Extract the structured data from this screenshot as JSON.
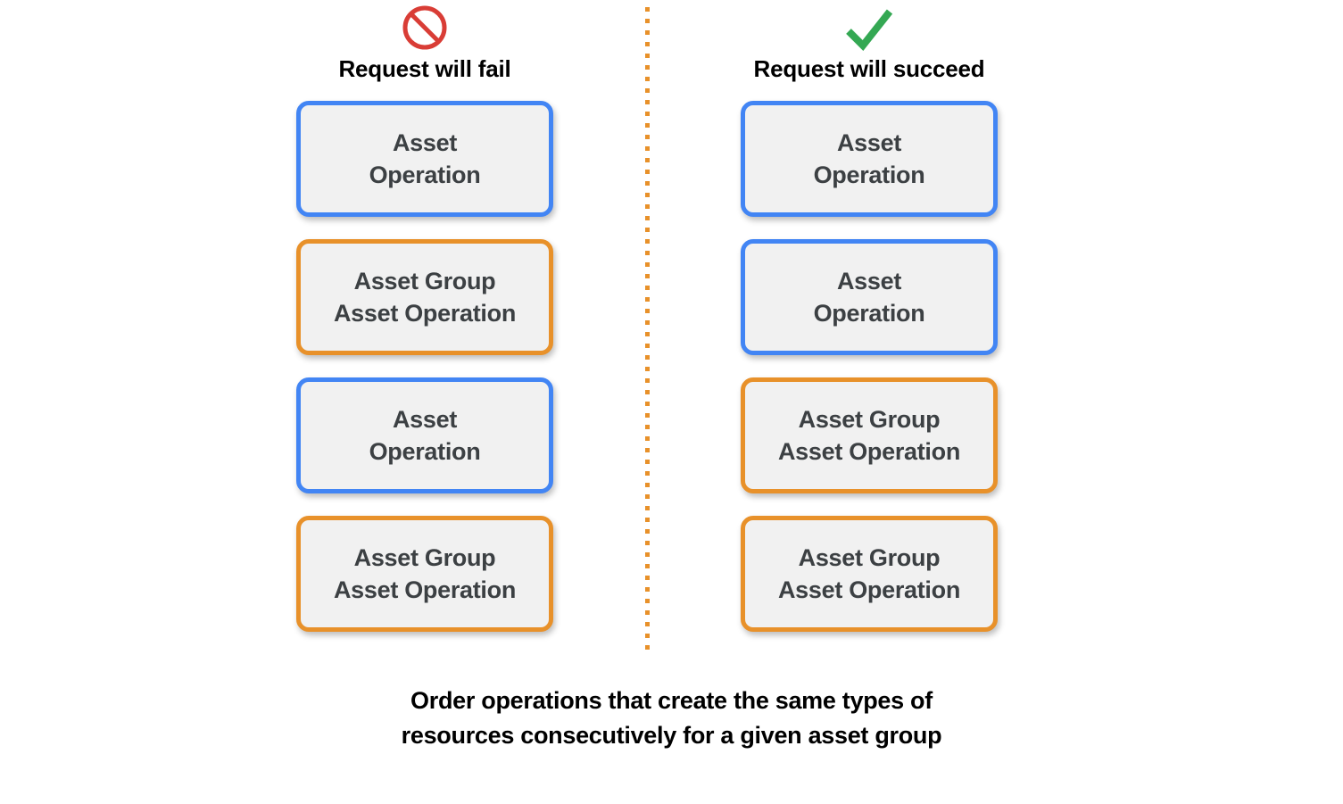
{
  "colors": {
    "asset_border": "#4285F4",
    "asset_group_border": "#E8912A",
    "box_fill": "#F1F1F1",
    "box_text": "#3C4043",
    "fail_icon": "#D93D36",
    "succeed_icon": "#34A853",
    "divider": "#E8912A",
    "background": "#FFFFFF"
  },
  "columns": [
    {
      "id": "fail",
      "icon": "prohibition-icon",
      "label": "Request will fail",
      "boxes": [
        {
          "type": "asset",
          "text": "Asset\nOperation"
        },
        {
          "type": "asset-group",
          "text": "Asset Group\nAsset Operation"
        },
        {
          "type": "asset",
          "text": "Asset\nOperation"
        },
        {
          "type": "asset-group",
          "text": "Asset Group\nAsset Operation"
        }
      ]
    },
    {
      "id": "succeed",
      "icon": "checkmark-icon",
      "label": "Request will succeed",
      "boxes": [
        {
          "type": "asset",
          "text": "Asset\nOperation"
        },
        {
          "type": "asset",
          "text": "Asset\nOperation"
        },
        {
          "type": "asset-group",
          "text": "Asset Group\nAsset Operation"
        },
        {
          "type": "asset-group",
          "text": "Asset Group\nAsset Operation"
        }
      ]
    }
  ],
  "caption": "Order operations that create the same types of\nresources consecutively for a given asset group"
}
